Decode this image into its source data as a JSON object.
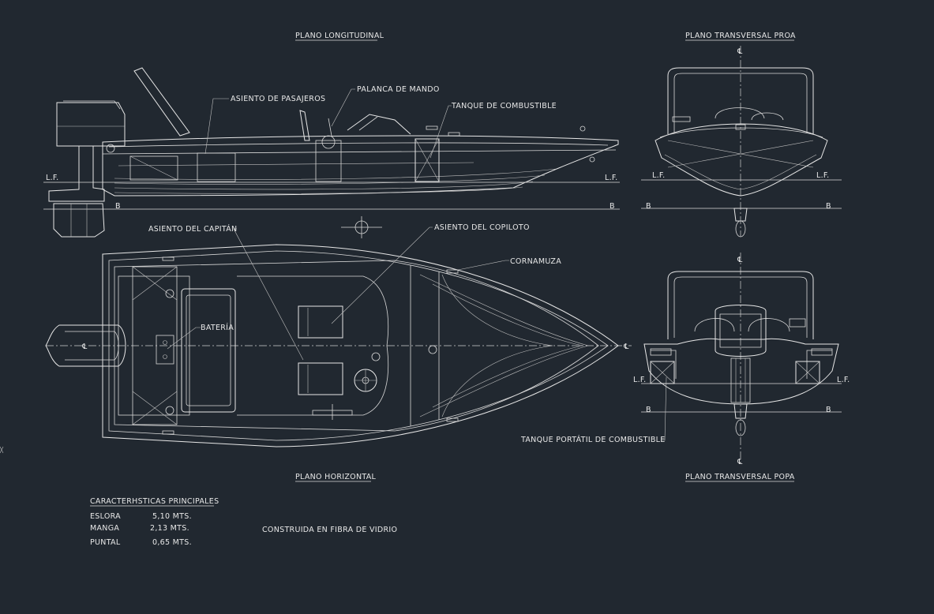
{
  "views": {
    "longitudinal": "PLANO LONGITUDINAL",
    "bow": "PLANO TRANSVERSAL PROA",
    "horizontal": "PLANO HORIZONTAL",
    "stern": "PLANO TRANSVERSAL POPA"
  },
  "labels": {
    "passenger_seat": "ASIENTO DE PASAJEROS",
    "throttle": "PALANCA DE MANDO",
    "fuel_tank": "TANQUE DE COMBUSTIBLE",
    "captain_seat": "ASIENTO DEL CAPITÁN",
    "copilot_seat": "ASIENTO DEL COPILOTO",
    "cleat": "CORNAMUZA",
    "battery": "BATERÍA",
    "portable_tank": "TANQUE PORTÁTIL DE COMBUSTIBLE",
    "lf": "L.F.",
    "base": "B",
    "centerline": "℄"
  },
  "specs": {
    "title": "CARACTERHSTICAS PRINCIPALES",
    "rows": [
      {
        "name": "ESLORA",
        "value": "5,10 MTS."
      },
      {
        "name": "MANGA",
        "value": "2,13 MTS."
      },
      {
        "name": "PUNTAL",
        "value": "0,65 MTS."
      }
    ]
  },
  "note": "CONSTRUIDA EN FIBRA DE VIDRIO",
  "colors": {
    "background": "#212830",
    "lines": "#e6e6e6"
  }
}
